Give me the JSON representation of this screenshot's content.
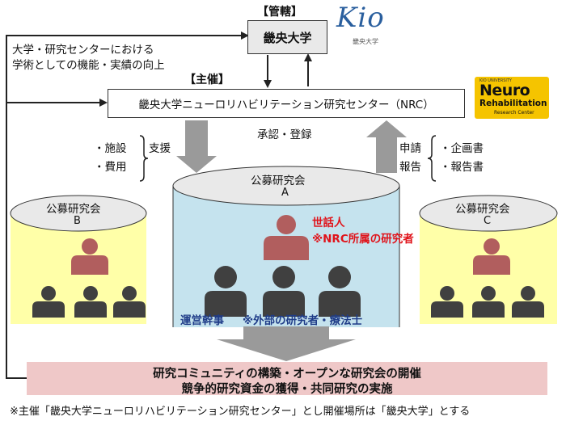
{
  "header": {
    "kanri_label": "【管轄】",
    "university": "畿央大学",
    "shusai_label": "【主催】",
    "nrc_center": "畿央大学ニューロリハビリテーション研究センター（NRC）"
  },
  "logos": {
    "kio": {
      "main": "Kio",
      "sub": "畿央大学"
    },
    "neuro": {
      "top": "KIO UNIVERSITY",
      "line1": "Neuro",
      "line2": "Rehabilitation",
      "line3": "Research Center"
    }
  },
  "left_note": {
    "line1": "大学・研究センターにおける",
    "line2": "学術としての機能・実績の向上"
  },
  "support": {
    "item1": "・施設",
    "item2": "・費用",
    "label": "支援"
  },
  "center_label": "承認・登録",
  "report": {
    "line1": "申請",
    "line2": "報告",
    "item1": "・企画書",
    "item2": "・報告書"
  },
  "groups": {
    "a": {
      "name": "公募研究会",
      "letter": "A"
    },
    "b": {
      "name": "公募研究会",
      "letter": "B"
    },
    "c": {
      "name": "公募研究会",
      "letter": "C"
    }
  },
  "roles": {
    "sewanin": "世話人",
    "nrc_member": "※NRC所属の研究者",
    "uneikanji": "運営幹事",
    "external": "※外部の研究者・療法士"
  },
  "outcome": {
    "line1": "研究コミュニティの構築・オープンな研究会の開催",
    "line2": "競争的研究資金の獲得・共同研究の実施"
  },
  "footnote": "※主催「畿央大学ニューロリハビリテーション研究センター」とし開催場所は「畿央大学」とする",
  "colors": {
    "leader": "#b15e5e",
    "member": "#404040",
    "group_a_fill": "#c5e3ee",
    "group_bc_fill": "#ffffa8",
    "outcome_fill": "#efc8c8",
    "red_text": "#e0131a",
    "blue_text": "#1f3c88",
    "arrow_gray": "#9a9a9a"
  }
}
